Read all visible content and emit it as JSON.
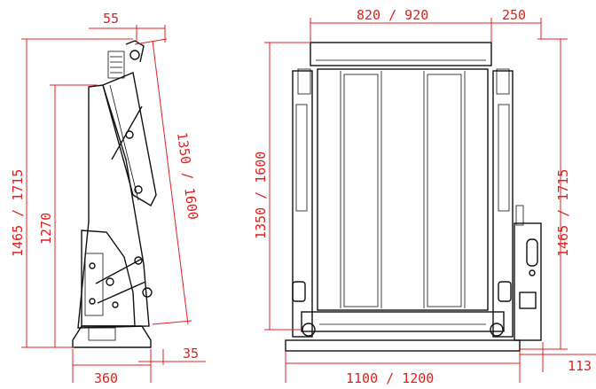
{
  "side_view": {
    "dim_top_offset": "55",
    "dim_total_height": "1465 / 1715",
    "dim_inner_height": "1270",
    "dim_arm_length": "1350 / 1600",
    "dim_base_width": "360",
    "dim_foot": "35"
  },
  "front_view": {
    "dim_platform_width": "820 / 920",
    "dim_side_offset": "250",
    "dim_platform_height": "1350 / 1600",
    "dim_total_height": "1465 / 1715",
    "dim_total_width": "1100 / 1200",
    "dim_side_depth": "113"
  },
  "colors": {
    "dimension": "#e02020",
    "drawing": "#111111"
  }
}
